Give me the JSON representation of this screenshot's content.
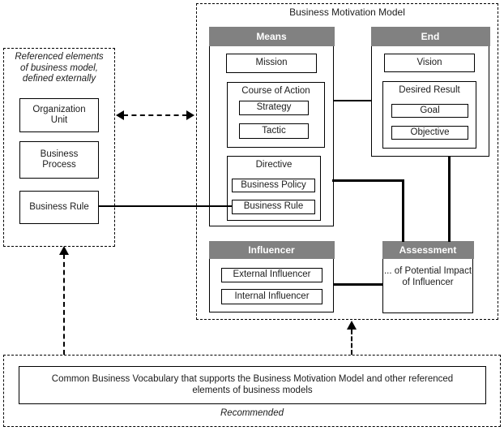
{
  "bmm": {
    "title": "Business Motivation Model",
    "means": {
      "header": "Means",
      "mission": "Mission",
      "course_of_action": "Course of Action",
      "strategy": "Strategy",
      "tactic": "Tactic",
      "directive": "Directive",
      "business_policy": "Business Policy",
      "business_rule": "Business Rule"
    },
    "end": {
      "header": "End",
      "vision": "Vision",
      "desired_result": "Desired Result",
      "goal": "Goal",
      "objective": "Objective"
    },
    "influencer": {
      "header": "Influencer",
      "external": "External Influencer",
      "internal": "Internal Influencer"
    },
    "assessment": {
      "header": "Assessment",
      "body": "... of Potential Impact of Influencer"
    }
  },
  "external_elements": {
    "title": "Referenced elements of business model, defined externally",
    "organization_unit": "Organization Unit",
    "business_process": "Business Process",
    "business_rule": "Business Rule"
  },
  "vocabulary": {
    "text": "Common Business Vocabulary that supports the Business Motivation Model and other referenced elements of business models",
    "note": "Recommended"
  },
  "colors": {
    "section_header_bg": "#818181",
    "section_header_text": "#ffffff",
    "line": "#000000"
  }
}
